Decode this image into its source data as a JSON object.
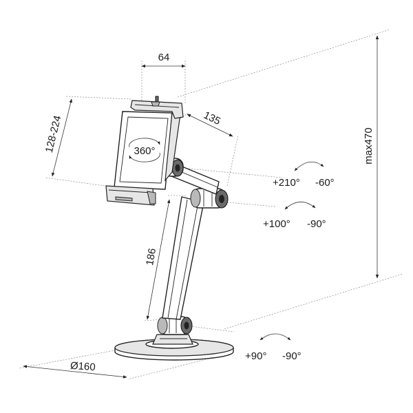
{
  "dimensions": {
    "holder_width": "64",
    "holder_range": "128-224",
    "arm_length": "135",
    "pole_length": "186",
    "base_diameter": "Ø160",
    "max_height": "max470",
    "holder_rotation": "360°"
  },
  "rotations": [
    {
      "id": "upper_joint",
      "plus": "+210°",
      "minus": "-60°"
    },
    {
      "id": "middle_joint",
      "plus": "+100°",
      "minus": "-90°"
    },
    {
      "id": "base_joint",
      "plus": "+90°",
      "minus": "-90°"
    }
  ]
}
